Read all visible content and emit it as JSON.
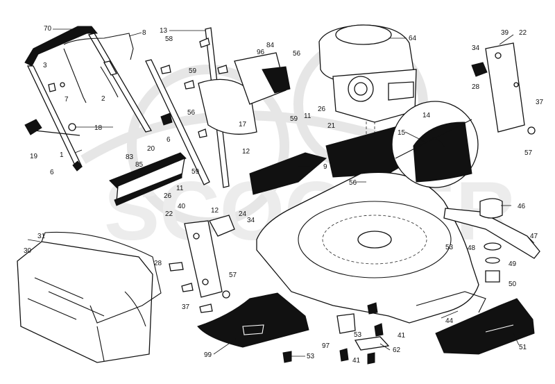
{
  "watermark": "SCOOTER",
  "callouts": [
    {
      "id": "c70",
      "text": "70"
    },
    {
      "id": "c8",
      "text": "8"
    },
    {
      "id": "c13",
      "text": "13"
    },
    {
      "id": "c58",
      "text": "58"
    },
    {
      "id": "c64",
      "text": "64"
    },
    {
      "id": "c39",
      "text": "39"
    },
    {
      "id": "c22a",
      "text": "22"
    },
    {
      "id": "c3",
      "text": "3"
    },
    {
      "id": "c7",
      "text": "7"
    },
    {
      "id": "c2",
      "text": "2"
    },
    {
      "id": "c59a",
      "text": "59"
    },
    {
      "id": "c96",
      "text": "96"
    },
    {
      "id": "c84",
      "text": "84"
    },
    {
      "id": "c56a",
      "text": "56"
    },
    {
      "id": "c34a",
      "text": "34"
    },
    {
      "id": "c28a",
      "text": "28"
    },
    {
      "id": "c37a",
      "text": "37"
    },
    {
      "id": "c18",
      "text": "18"
    },
    {
      "id": "c56b",
      "text": "56"
    },
    {
      "id": "c17",
      "text": "17"
    },
    {
      "id": "c11a",
      "text": "11"
    },
    {
      "id": "c26a",
      "text": "26"
    },
    {
      "id": "c14",
      "text": "14"
    },
    {
      "id": "c15",
      "text": "15"
    },
    {
      "id": "c19",
      "text": "19"
    },
    {
      "id": "c6a",
      "text": "6"
    },
    {
      "id": "c59b",
      "text": "59"
    },
    {
      "id": "c21",
      "text": "21"
    },
    {
      "id": "c1",
      "text": "1"
    },
    {
      "id": "c20",
      "text": "20"
    },
    {
      "id": "c12a",
      "text": "12"
    },
    {
      "id": "c57a",
      "text": "57"
    },
    {
      "id": "c83",
      "text": "83"
    },
    {
      "id": "c85",
      "text": "85"
    },
    {
      "id": "c9",
      "text": "9"
    },
    {
      "id": "c6b",
      "text": "6"
    },
    {
      "id": "c59c",
      "text": "59"
    },
    {
      "id": "c56c",
      "text": "56"
    },
    {
      "id": "c11b",
      "text": "11"
    },
    {
      "id": "c26b",
      "text": "26"
    },
    {
      "id": "c46",
      "text": "46"
    },
    {
      "id": "c40",
      "text": "40"
    },
    {
      "id": "c12b",
      "text": "12"
    },
    {
      "id": "c24",
      "text": "24"
    },
    {
      "id": "c34b",
      "text": "34"
    },
    {
      "id": "c22b",
      "text": "22"
    },
    {
      "id": "c31",
      "text": "31"
    },
    {
      "id": "c47",
      "text": "47"
    },
    {
      "id": "c30",
      "text": "30"
    },
    {
      "id": "c53a",
      "text": "53"
    },
    {
      "id": "c48",
      "text": "48"
    },
    {
      "id": "c49",
      "text": "49"
    },
    {
      "id": "c28b",
      "text": "28"
    },
    {
      "id": "c57b",
      "text": "57"
    },
    {
      "id": "c50",
      "text": "50"
    },
    {
      "id": "c37b",
      "text": "37"
    },
    {
      "id": "c44",
      "text": "44"
    },
    {
      "id": "c97",
      "text": "97"
    },
    {
      "id": "c53b",
      "text": "53"
    },
    {
      "id": "c41a",
      "text": "41"
    },
    {
      "id": "c62",
      "text": "62"
    },
    {
      "id": "c51",
      "text": "51"
    },
    {
      "id": "c99",
      "text": "99"
    },
    {
      "id": "c53c",
      "text": "53"
    },
    {
      "id": "c41b",
      "text": "41"
    }
  ]
}
